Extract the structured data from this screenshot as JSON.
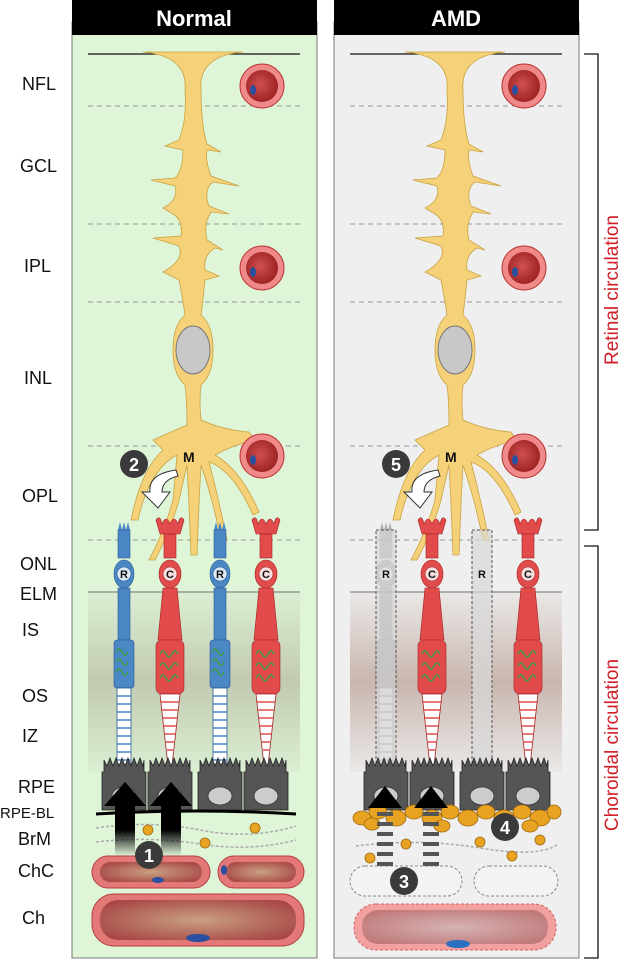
{
  "panels": {
    "left_title": "Normal",
    "right_title": "AMD"
  },
  "layers": [
    "NFL",
    "GCL",
    "IPL",
    "INL",
    "OPL",
    "ONL",
    "ELM",
    "IS",
    "OS",
    "IZ",
    "RPE",
    "RPE-BL",
    "BrM",
    "ChC",
    "Ch"
  ],
  "circulation": {
    "retinal": "Retinal circulation",
    "choroidal": "Choroidal circulation"
  },
  "cells": {
    "rod": "R",
    "cone": "C",
    "muller": "M"
  },
  "badges": [
    "1",
    "2",
    "3",
    "4",
    "5"
  ],
  "colors": {
    "normal_bg": "#dff5d8",
    "amd_bg": "#efefef",
    "muller_glia": "#f5d27a",
    "rod": "#4b86c5",
    "cone": "#e24b4b",
    "rpe": "#555555",
    "vessel": "#b94a4a",
    "lipid": "#e8a322",
    "circulation_text": "#d0212a"
  }
}
